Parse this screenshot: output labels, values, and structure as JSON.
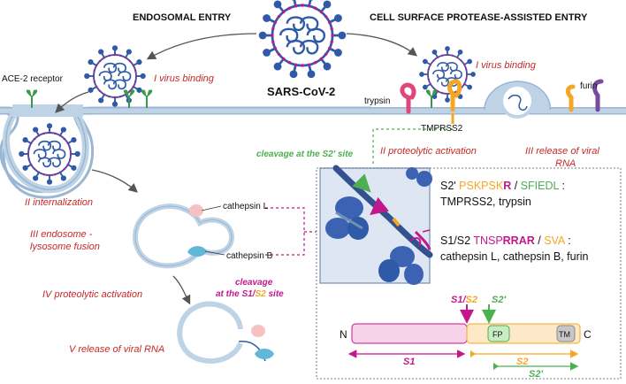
{
  "headers": {
    "endosomal": "ENDOSOMAL ENTRY",
    "cell_surface": "CELL SURFACE PROTEASE-ASSISTED ENTRY",
    "virus": "SARS-CoV-2"
  },
  "steps_left": {
    "binding": "I virus binding",
    "internalization": "II internalization",
    "fusion_line1": "III endosome -",
    "fusion_line2": "lysosome fusion",
    "activation": "IV proteolytic activation",
    "release": "V release of viral RNA"
  },
  "steps_right": {
    "binding": "I virus binding",
    "activation": "II proteolytic activation",
    "release_line1": "III release of viral",
    "release_line2": "RNA"
  },
  "labels": {
    "ace2": "ACE-2 receptor",
    "trypsin": "trypsin",
    "furin": "furin",
    "tmprss2": "TMPRSS2",
    "cathepsin_l": "cathepsin L",
    "cathepsin_b": "cathepsin B"
  },
  "cleavage": {
    "s2prime_site": "cleavage at the S2' site",
    "s1s2_line1": "cleavage",
    "s1s2_prefix": "at the S1/",
    "s1s2_s2": "S2",
    "s1s2_suffix": " site"
  },
  "sequences": {
    "s2p_label": "S2'",
    "s2p_seq_a": "PSKPSK",
    "s2p_seq_b": "R",
    "s2p_sep": " / ",
    "s2p_seq_c": "SFIEDL",
    "s2p_colon": " :",
    "s2p_enzymes": "TMPRSS2, trypsin",
    "s1s2_label": "S1/S2",
    "s1s2_seq_a": "TNSP",
    "s1s2_seq_b": "RRAR",
    "s1s2_sep": " / ",
    "s1s2_seq_c": "SVA",
    "s1s2_colon": " :",
    "s1s2_enzymes": "cathepsin L, cathepsin B, furin"
  },
  "domain_map": {
    "n_term": "N",
    "c_term": "C",
    "s1s2_marker_s1": "S1/",
    "s1s2_marker_s2": "S2",
    "s2p_marker": "S2'",
    "fp": "FP",
    "tm": "TM",
    "range_s1": "S1",
    "range_s2": "S2",
    "range_s2p": "S2'"
  },
  "colors": {
    "virus_blue": "#2f5aa8",
    "membrane": "#bfd3e6",
    "membrane_edge": "#9ab6d2",
    "green": "#4caf50",
    "magenta": "#c2188c",
    "orange": "#f5a623",
    "red_text": "#c62828",
    "s1_fill": "#f7d3ea",
    "s2_fill": "#fde9c8"
  }
}
